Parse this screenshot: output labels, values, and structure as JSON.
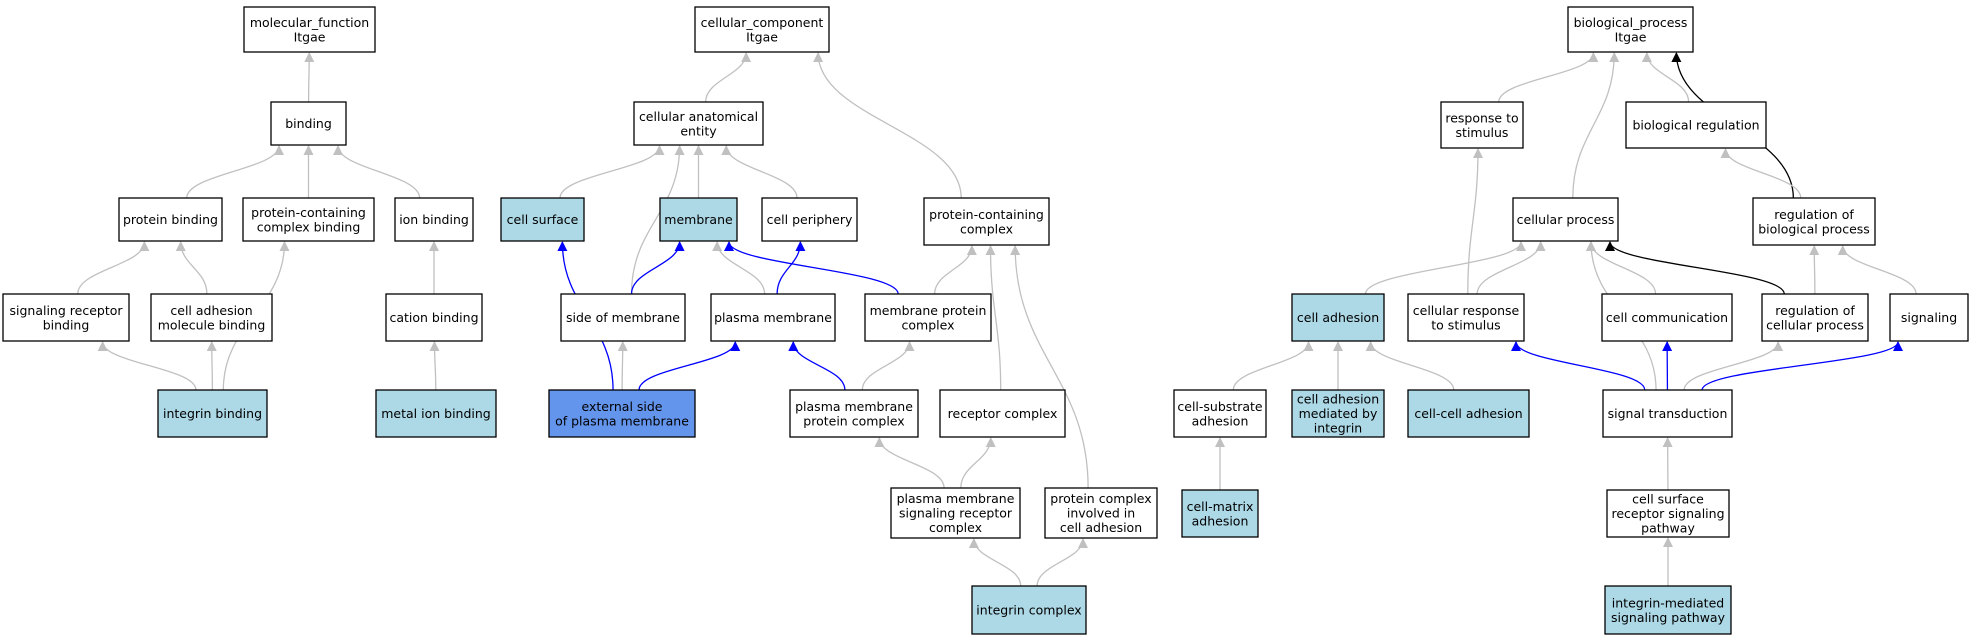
{
  "graph_title": "",
  "colors": {
    "node_default": "#ffffff",
    "node_highlight": "#add8e6",
    "node_focus": "#6495ed",
    "edge_is_a": "#c0c0c0",
    "edge_part_of": "#0000ff",
    "edge_regulates": "#000000"
  },
  "nodes": [
    {
      "id": "mf",
      "lines": [
        "molecular_function",
        "Itgae"
      ],
      "fill": "default"
    },
    {
      "id": "binding",
      "lines": [
        "binding"
      ],
      "fill": "default"
    },
    {
      "id": "protein_binding",
      "lines": [
        "protein binding"
      ],
      "fill": "default"
    },
    {
      "id": "pc_binding",
      "lines": [
        "protein-containing",
        "complex binding"
      ],
      "fill": "default"
    },
    {
      "id": "ion_binding",
      "lines": [
        "ion binding"
      ],
      "fill": "default"
    },
    {
      "id": "sig_rec_binding",
      "lines": [
        "signaling receptor",
        "binding"
      ],
      "fill": "default"
    },
    {
      "id": "cam_binding",
      "lines": [
        "cell adhesion",
        "molecule binding"
      ],
      "fill": "default"
    },
    {
      "id": "cation_binding",
      "lines": [
        "cation binding"
      ],
      "fill": "default"
    },
    {
      "id": "integrin_binding",
      "lines": [
        "integrin binding"
      ],
      "fill": "highlight"
    },
    {
      "id": "metal_ion_binding",
      "lines": [
        "metal ion binding"
      ],
      "fill": "highlight"
    },
    {
      "id": "cc",
      "lines": [
        "cellular_component",
        "Itgae"
      ],
      "fill": "default"
    },
    {
      "id": "cae",
      "lines": [
        "cellular anatomical",
        "entity"
      ],
      "fill": "default"
    },
    {
      "id": "cell_surface",
      "lines": [
        "cell surface"
      ],
      "fill": "highlight"
    },
    {
      "id": "membrane",
      "lines": [
        "membrane"
      ],
      "fill": "highlight"
    },
    {
      "id": "cell_periphery",
      "lines": [
        "cell periphery"
      ],
      "fill": "default"
    },
    {
      "id": "pcc",
      "lines": [
        "protein-containing",
        "complex"
      ],
      "fill": "default"
    },
    {
      "id": "side_membrane",
      "lines": [
        "side of membrane"
      ],
      "fill": "default"
    },
    {
      "id": "plasma_membrane",
      "lines": [
        "plasma membrane"
      ],
      "fill": "default"
    },
    {
      "id": "mem_prot_complex",
      "lines": [
        "membrane protein",
        "complex"
      ],
      "fill": "default"
    },
    {
      "id": "ext_side_pm",
      "lines": [
        "external side",
        "of plasma membrane"
      ],
      "fill": "focus"
    },
    {
      "id": "pm_prot_complex",
      "lines": [
        "plasma membrane",
        "protein complex"
      ],
      "fill": "default"
    },
    {
      "id": "receptor_complex",
      "lines": [
        "receptor complex"
      ],
      "fill": "default"
    },
    {
      "id": "pm_sig_rec_complex",
      "lines": [
        "plasma membrane",
        "signaling receptor",
        "complex"
      ],
      "fill": "default"
    },
    {
      "id": "pc_cell_adhesion",
      "lines": [
        "protein complex",
        "involved in",
        "cell adhesion"
      ],
      "fill": "default"
    },
    {
      "id": "integrin_complex",
      "lines": [
        "integrin complex"
      ],
      "fill": "highlight"
    },
    {
      "id": "bp",
      "lines": [
        "biological_process",
        "Itgae"
      ],
      "fill": "default"
    },
    {
      "id": "response_stimulus",
      "lines": [
        "response to",
        "stimulus"
      ],
      "fill": "default"
    },
    {
      "id": "bio_regulation",
      "lines": [
        "biological regulation"
      ],
      "fill": "default"
    },
    {
      "id": "cellular_process",
      "lines": [
        "cellular process"
      ],
      "fill": "default"
    },
    {
      "id": "reg_bio_process",
      "lines": [
        "regulation of",
        "biological process"
      ],
      "fill": "default"
    },
    {
      "id": "cell_adhesion",
      "lines": [
        "cell adhesion"
      ],
      "fill": "highlight"
    },
    {
      "id": "cell_resp_stimulus",
      "lines": [
        "cellular response",
        "to stimulus"
      ],
      "fill": "default"
    },
    {
      "id": "cell_communication",
      "lines": [
        "cell communication"
      ],
      "fill": "default"
    },
    {
      "id": "reg_cell_process",
      "lines": [
        "regulation of",
        "cellular process"
      ],
      "fill": "default"
    },
    {
      "id": "signaling",
      "lines": [
        "signaling"
      ],
      "fill": "default"
    },
    {
      "id": "cell_substrate_adh",
      "lines": [
        "cell-substrate",
        "adhesion"
      ],
      "fill": "default"
    },
    {
      "id": "cell_adh_integrin",
      "lines": [
        "cell adhesion",
        "mediated by",
        "integrin"
      ],
      "fill": "highlight"
    },
    {
      "id": "cell_cell_adh",
      "lines": [
        "cell-cell adhesion"
      ],
      "fill": "highlight"
    },
    {
      "id": "signal_transduction",
      "lines": [
        "signal transduction"
      ],
      "fill": "default"
    },
    {
      "id": "cell_matrix_adh",
      "lines": [
        "cell-matrix",
        "adhesion"
      ],
      "fill": "highlight"
    },
    {
      "id": "csr_sig_pathway",
      "lines": [
        "cell surface",
        "receptor signaling",
        "pathway"
      ],
      "fill": "default"
    },
    {
      "id": "integrin_sig_pathway",
      "lines": [
        "integrin-mediated",
        "signaling pathway"
      ],
      "fill": "highlight"
    }
  ],
  "edges": [
    {
      "from": "binding",
      "to": "mf",
      "type": "is_a"
    },
    {
      "from": "protein_binding",
      "to": "binding",
      "type": "is_a"
    },
    {
      "from": "pc_binding",
      "to": "binding",
      "type": "is_a"
    },
    {
      "from": "ion_binding",
      "to": "binding",
      "type": "is_a"
    },
    {
      "from": "sig_rec_binding",
      "to": "protein_binding",
      "type": "is_a"
    },
    {
      "from": "cam_binding",
      "to": "protein_binding",
      "type": "is_a"
    },
    {
      "from": "cation_binding",
      "to": "ion_binding",
      "type": "is_a"
    },
    {
      "from": "integrin_binding",
      "to": "sig_rec_binding",
      "type": "is_a"
    },
    {
      "from": "integrin_binding",
      "to": "cam_binding",
      "type": "is_a"
    },
    {
      "from": "integrin_binding",
      "to": "pc_binding",
      "type": "is_a"
    },
    {
      "from": "metal_ion_binding",
      "to": "cation_binding",
      "type": "is_a"
    },
    {
      "from": "cae",
      "to": "cc",
      "type": "is_a"
    },
    {
      "from": "pcc",
      "to": "cc",
      "type": "is_a"
    },
    {
      "from": "cell_surface",
      "to": "cae",
      "type": "is_a"
    },
    {
      "from": "membrane",
      "to": "cae",
      "type": "is_a"
    },
    {
      "from": "cell_periphery",
      "to": "cae",
      "type": "is_a"
    },
    {
      "from": "side_membrane",
      "to": "cae",
      "type": "is_a"
    },
    {
      "from": "side_membrane",
      "to": "membrane",
      "type": "part_of"
    },
    {
      "from": "plasma_membrane",
      "to": "membrane",
      "type": "is_a"
    },
    {
      "from": "plasma_membrane",
      "to": "cell_periphery",
      "type": "part_of"
    },
    {
      "from": "mem_prot_complex",
      "to": "membrane",
      "type": "part_of"
    },
    {
      "from": "mem_prot_complex",
      "to": "pcc",
      "type": "is_a"
    },
    {
      "from": "ext_side_pm",
      "to": "cell_surface",
      "type": "part_of"
    },
    {
      "from": "ext_side_pm",
      "to": "side_membrane",
      "type": "is_a"
    },
    {
      "from": "ext_side_pm",
      "to": "plasma_membrane",
      "type": "part_of"
    },
    {
      "from": "pm_prot_complex",
      "to": "plasma_membrane",
      "type": "part_of"
    },
    {
      "from": "pm_prot_complex",
      "to": "mem_prot_complex",
      "type": "is_a"
    },
    {
      "from": "receptor_complex",
      "to": "pcc",
      "type": "is_a"
    },
    {
      "from": "pm_sig_rec_complex",
      "to": "pm_prot_complex",
      "type": "is_a"
    },
    {
      "from": "pm_sig_rec_complex",
      "to": "receptor_complex",
      "type": "is_a"
    },
    {
      "from": "pc_cell_adhesion",
      "to": "pcc",
      "type": "is_a"
    },
    {
      "from": "integrin_complex",
      "to": "pm_sig_rec_complex",
      "type": "is_a"
    },
    {
      "from": "integrin_complex",
      "to": "pc_cell_adhesion",
      "type": "is_a"
    },
    {
      "from": "response_stimulus",
      "to": "bp",
      "type": "is_a"
    },
    {
      "from": "bio_regulation",
      "to": "bp",
      "type": "is_a"
    },
    {
      "from": "cellular_process",
      "to": "bp",
      "type": "is_a"
    },
    {
      "from": "reg_bio_process",
      "to": "bp",
      "type": "regulates"
    },
    {
      "from": "reg_bio_process",
      "to": "bio_regulation",
      "type": "is_a"
    },
    {
      "from": "cell_adhesion",
      "to": "cellular_process",
      "type": "is_a"
    },
    {
      "from": "cell_resp_stimulus",
      "to": "response_stimulus",
      "type": "is_a"
    },
    {
      "from": "cell_resp_stimulus",
      "to": "cellular_process",
      "type": "is_a"
    },
    {
      "from": "cell_communication",
      "to": "cellular_process",
      "type": "is_a"
    },
    {
      "from": "reg_cell_process",
      "to": "cellular_process",
      "type": "regulates"
    },
    {
      "from": "reg_cell_process",
      "to": "reg_bio_process",
      "type": "is_a"
    },
    {
      "from": "signaling",
      "to": "reg_bio_process",
      "type": "is_a"
    },
    {
      "from": "cell_substrate_adh",
      "to": "cell_adhesion",
      "type": "is_a"
    },
    {
      "from": "cell_adh_integrin",
      "to": "cell_adhesion",
      "type": "is_a"
    },
    {
      "from": "cell_cell_adh",
      "to": "cell_adhesion",
      "type": "is_a"
    },
    {
      "from": "cell_matrix_adh",
      "to": "cell_substrate_adh",
      "type": "is_a"
    },
    {
      "from": "signal_transduction",
      "to": "cell_resp_stimulus",
      "type": "part_of"
    },
    {
      "from": "signal_transduction",
      "to": "cell_communication",
      "type": "part_of"
    },
    {
      "from": "signal_transduction",
      "to": "signaling",
      "type": "part_of"
    },
    {
      "from": "signal_transduction",
      "to": "cellular_process",
      "type": "is_a"
    },
    {
      "from": "signal_transduction",
      "to": "reg_cell_process",
      "type": "is_a"
    },
    {
      "from": "csr_sig_pathway",
      "to": "signal_transduction",
      "type": "is_a"
    },
    {
      "from": "integrin_sig_pathway",
      "to": "csr_sig_pathway",
      "type": "is_a"
    }
  ]
}
